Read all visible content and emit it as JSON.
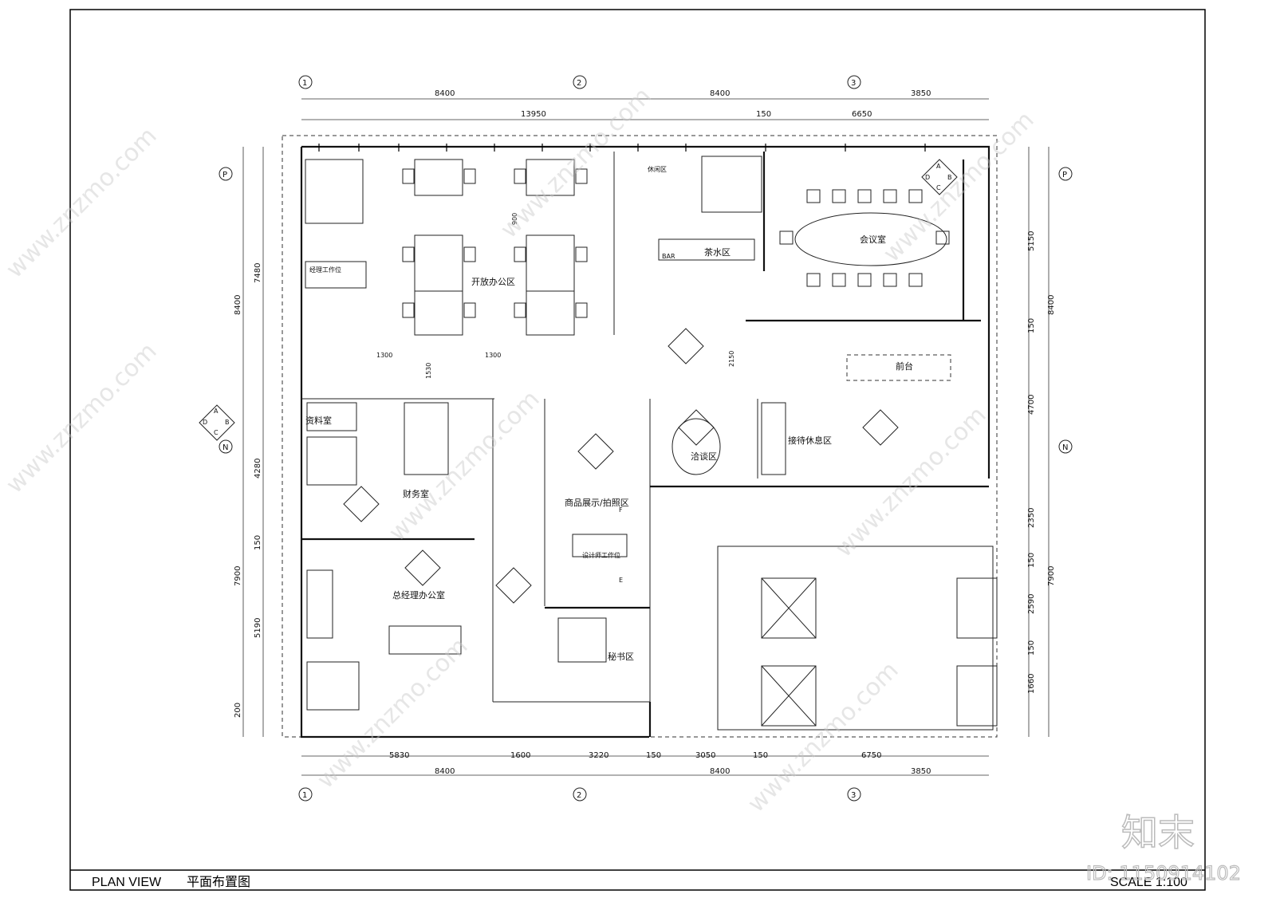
{
  "title_block": {
    "plan_title_en": "PLAN VIEW",
    "plan_title_cn": "平面布置图",
    "scale": "SCALE 1:100"
  },
  "watermark": {
    "site": "www.znzmo.com",
    "logo_text": "知末",
    "id_text": "ID: 1150914102"
  },
  "grid_axes": {
    "col_1": "1",
    "col_2": "2",
    "col_3": "3",
    "row_p": "P",
    "row_n": "N"
  },
  "dimensions": {
    "top_row1": [
      "8400",
      "8400",
      "3850"
    ],
    "top_row2": [
      "13950",
      "150",
      "6650"
    ],
    "bottom_row1": [
      "5830",
      "1600",
      "3220",
      "150",
      "3050",
      "150",
      "6750"
    ],
    "bottom_row2": [
      "8400",
      "8400",
      "3850"
    ],
    "left_outer": [
      "8400",
      "7900",
      "200"
    ],
    "left_inner": [
      "7480",
      "4280",
      "150",
      "5190"
    ],
    "right_inner": [
      "5150",
      "150",
      "4700",
      "2350",
      "150",
      "2590",
      "150",
      "1660"
    ],
    "right_outer": [
      "8400",
      "7900"
    ],
    "interior": [
      "1300",
      "1300",
      "1530",
      "900",
      "2150"
    ]
  },
  "rooms": {
    "open_office": "开放办公区",
    "manager_station": "经理工作位",
    "archive": "资料室",
    "finance": "财务室",
    "gm_office": "总经理办公室",
    "display": "商品展示/拍照区",
    "designer_station": "设计师工作位",
    "secretary": "秘书区",
    "lounge": "休闲区",
    "pantry": "茶水区",
    "bar": "BAR",
    "meeting": "会议室",
    "reception": "前台",
    "negotiation": "洽谈区",
    "waiting": "接待休息区"
  },
  "symbol_letters": [
    "A",
    "B",
    "C",
    "D"
  ],
  "symbol_extra": [
    "F",
    "E"
  ],
  "colors": {
    "line": "#111111",
    "watermark": "#c8c8c8"
  }
}
